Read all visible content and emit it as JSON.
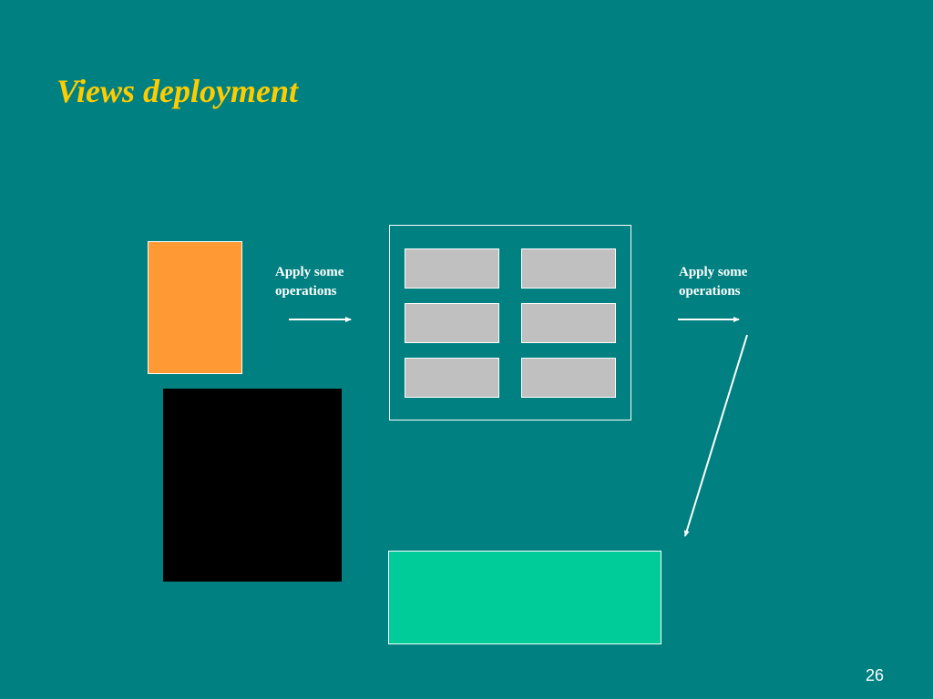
{
  "slide": {
    "title": "Views deployment",
    "page_number": "26",
    "operation_labels": [
      {
        "line1": "Apply some",
        "line2": "operations"
      },
      {
        "line1": "Apply some",
        "line2": "operations"
      }
    ],
    "view_grid": {
      "rows": 3,
      "columns": 2
    }
  },
  "colors": {
    "background": "#008080",
    "title": "#ffcc00",
    "text": "#ffffff",
    "source_view": "#ff9933",
    "black_block": "#000000",
    "view_cell": "#c0c0c0",
    "result_view": "#00cc99",
    "line": "#ffffff"
  }
}
